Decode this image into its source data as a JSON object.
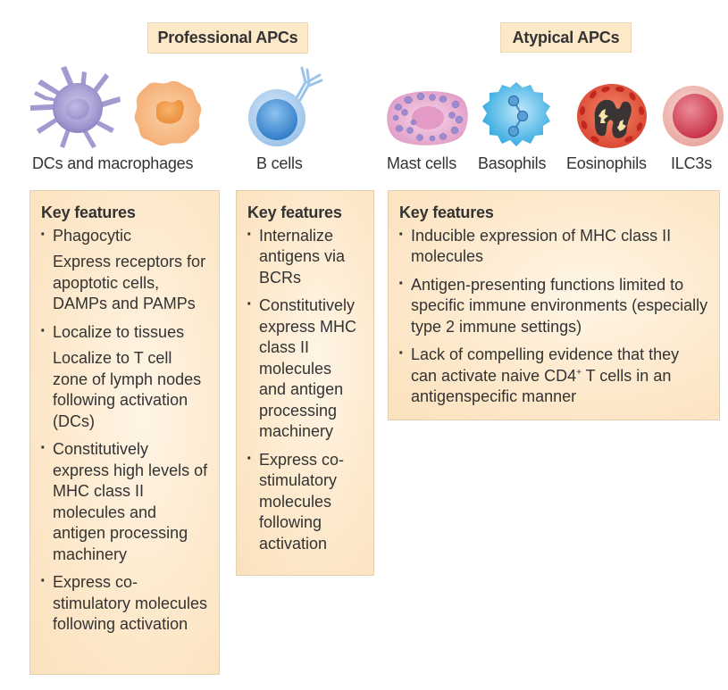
{
  "groups": {
    "professional": {
      "title": "Professional APCs",
      "cells": [
        {
          "label": "DCs and macrophages",
          "icons": [
            "dendritic-cell-icon",
            "macrophage-icon"
          ]
        },
        {
          "label": "B cells",
          "icons": [
            "b-cell-icon"
          ]
        }
      ]
    },
    "atypical": {
      "title": "Atypical APCs",
      "cells": [
        {
          "label": "Mast cells",
          "icons": [
            "mast-cell-icon"
          ]
        },
        {
          "label": "Basophils",
          "icons": [
            "basophil-icon"
          ]
        },
        {
          "label": "Eosinophils",
          "icons": [
            "eosinophil-icon"
          ]
        },
        {
          "label": "ILC3s",
          "icons": [
            "ilc3-icon"
          ]
        }
      ]
    }
  },
  "feature_boxes": {
    "dcs_macrophages": {
      "title": "Key features",
      "items": [
        {
          "type": "bullet",
          "text": "Phagocytic"
        },
        {
          "type": "sub",
          "text": "Express receptors for apoptotic cells, DAMPs and PAMPs"
        },
        {
          "type": "bullet",
          "text": "Localize to tissues"
        },
        {
          "type": "sub",
          "text": "Localize to T cell zone of lymph nodes following activation (DCs)"
        },
        {
          "type": "bullet",
          "text": "Constitutively express high levels of MHC class II molecules and antigen processing machinery"
        },
        {
          "type": "bullet",
          "text": "Express co-stimulatory molecules following activation"
        }
      ]
    },
    "b_cells": {
      "title": "Key features",
      "items": [
        {
          "type": "bullet",
          "text": "Internalize antigens via BCRs"
        },
        {
          "type": "bullet",
          "text": "Constitutively express MHC class II molecules and antigen processing machinery"
        },
        {
          "type": "bullet",
          "text": "Express co-stimulatory molecules following activation"
        }
      ]
    },
    "atypical": {
      "title": "Key features",
      "items": [
        {
          "type": "bullet",
          "text": "Inducible expression of MHC class II molecules"
        },
        {
          "type": "bullet",
          "text": "Antigen-presenting functions limited to specific immune environments (especially type 2 immune settings)"
        },
        {
          "type": "bullet",
          "text_before": "Lack of compelling evidence that they can activate naive CD4",
          "superscript": "+",
          "text_after": " T cells in an antigenspecific manner"
        }
      ]
    }
  },
  "colors": {
    "header_bg": "#fde8c8",
    "box_bg": "#fde9cc",
    "text": "#333333",
    "dc_purple": "#a59ad0",
    "macrophage_orange": "#f6b27a",
    "b_cell_blue": "#5a9ad8",
    "mast_pink": "#e59ac8",
    "basophil_cyan": "#3fb3e6",
    "eosinophil_red": "#e0513c",
    "ilc3_red": "#d94a5c"
  }
}
